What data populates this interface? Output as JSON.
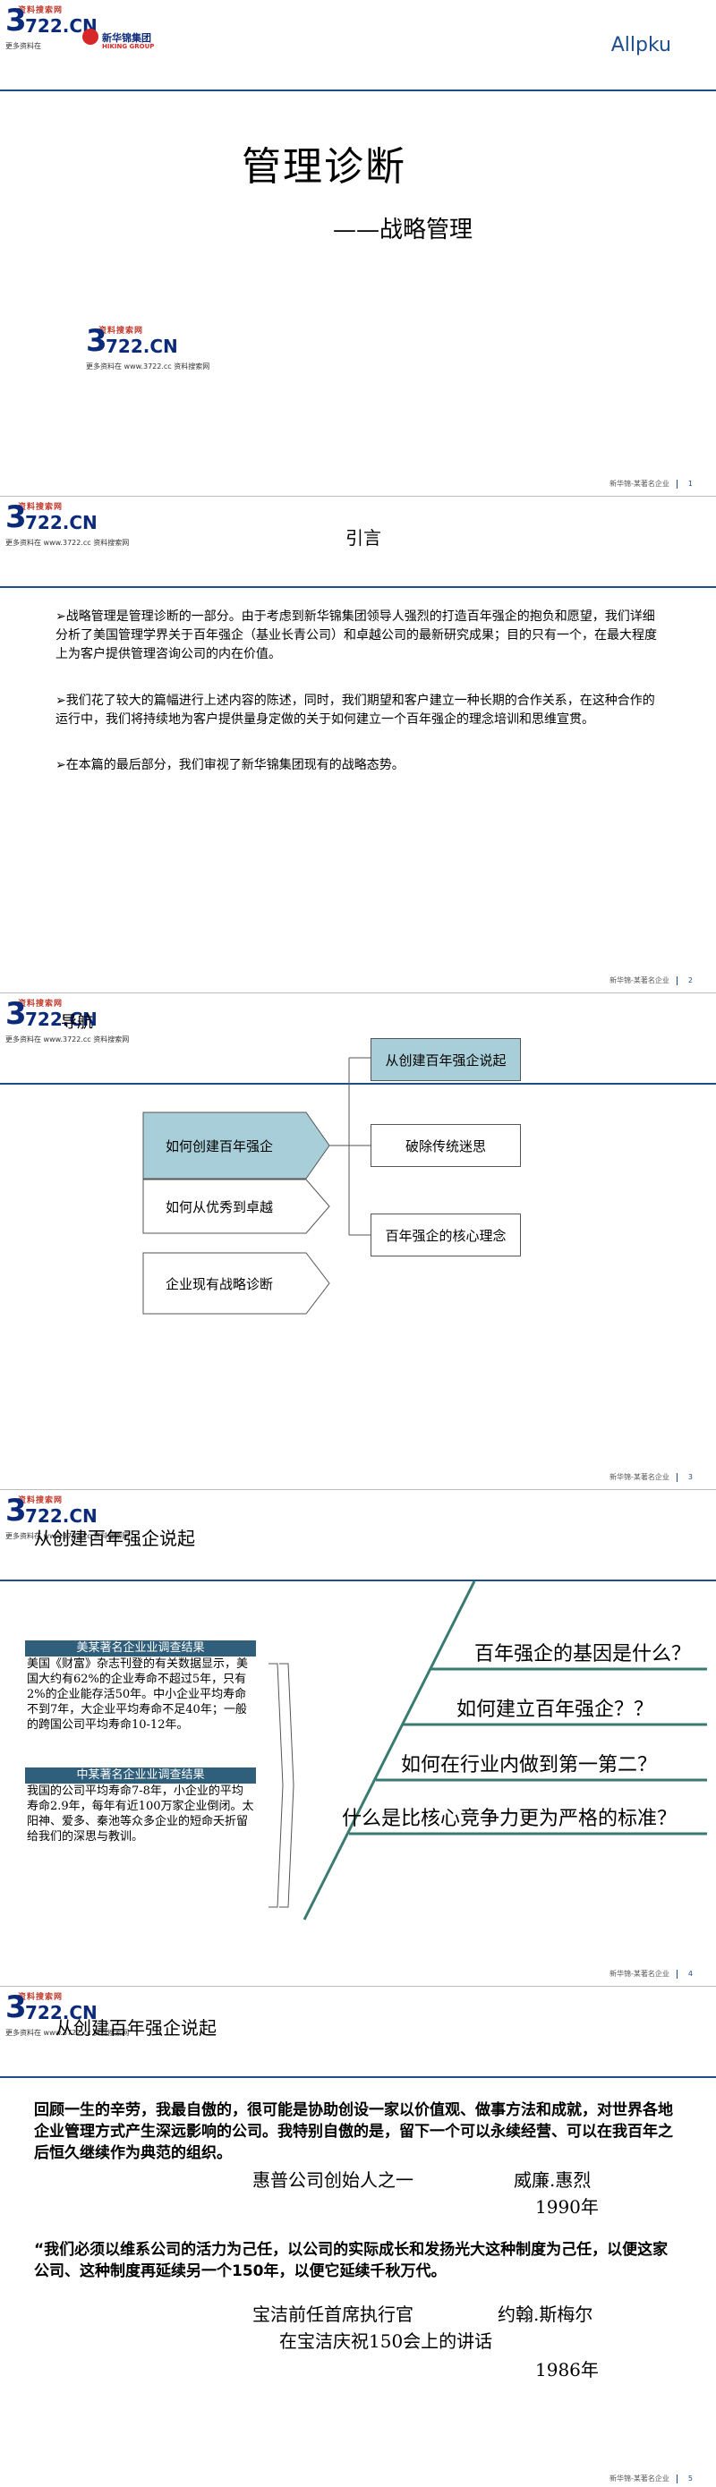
{
  "branding": {
    "logo_tag": "资料搜索网",
    "logo_main": "722.CN",
    "logo_digit": "3",
    "logo_sub": "更多资料在 www.3722.cc 资料搜索网",
    "hiking_cn": "新华锦集团",
    "hiking_en": "HIKING GROUP",
    "allpku": "Allpku",
    "logo_sub_short": "更多资料在"
  },
  "footer_text": "新华锦-某著名企业",
  "slides": [
    {
      "page_number": "1",
      "title": "管理诊断",
      "subtitle": "——战略管理"
    },
    {
      "page_number": "2",
      "title": "引言",
      "paragraphs": [
        "➢战略管理是管理诊断的一部分。由于考虑到新华锦集团领导人强烈的打造百年强企的抱负和愿望，我们详细分析了美国管理学界关于百年强企（基业长青公司）和卓越公司的最新研究成果；目的只有一个，在最大程度上为客户提供管理咨询公司的内在价值。",
        "➢我们花了较大的篇幅进行上述内容的陈述，同时，我们期望和客户建立一种长期的合作关系，在这种合作的运行中，我们将持续地为客户提供量身定做的关于如何建立一个百年强企的理念培训和思维宣贯。",
        "➢在本篇的最后部分，我们审视了新华锦集团现有的战略态势。"
      ]
    },
    {
      "page_number": "3",
      "title": "导航",
      "left_items": [
        "如何创建百年强企",
        "如何从优秀到卓越",
        "企业现有战略诊断"
      ],
      "right_items": [
        "从创建百年强企说起",
        "破除传统迷思",
        "百年强企的核心理念"
      ]
    },
    {
      "page_number": "4",
      "title": "从创建百年强企说起",
      "survey_us_title": "美某著名企业业调查结果",
      "survey_us_text": "美国《财富》杂志刊登的有关数据显示，美国大约有62%的企业寿命不超过5年，只有2%的企业能存活50年。中小企业平均寿命不到7年，大企业平均寿命不足40年；一般的跨国公司平均寿命10-12年。",
      "survey_cn_title": "中某著名企业业调查结果",
      "survey_cn_text": "我国的公司平均寿命7-8年，小企业的平均寿命2.9年，每年有近100万家企业倒闭。太阳神、爱多、秦池等众多企业的短命夭折留给我们的深思与教训。",
      "questions": [
        "百年强企的基因是什么？",
        "如何建立百年强企？？",
        "如何在行业内做到第一第二？",
        "什么是比核心竞争力更为严格的标准？"
      ]
    },
    {
      "page_number": "5",
      "title": "从创建百年强企说起",
      "quote1": "回顾一生的辛劳，我最自傲的，很可能是协助创设一家以价值观、做事方法和成就，对世界各地企业管理方式产生深远影响的公司。我特别自傲的是，留下一个可以永续经营、可以在我百年之后恒久继续作为典范的组织。",
      "sig1_role": "惠普公司创始人之一",
      "sig1_name": "威廉.惠烈",
      "sig1_year": "1990年",
      "quote2": "“我们必须以维系公司的活力为己任，以公司的实际成长和发扬光大这种制度为己任，以便这家公司、这种制度再延续另一个150年，以便它延续千秋万代。",
      "sig2_role": "宝洁前任首席执行官",
      "sig2_name": "约翰.斯梅尔",
      "sig2_event": "在宝洁庆祝150会上的讲话",
      "sig2_year": "1986年"
    }
  ]
}
